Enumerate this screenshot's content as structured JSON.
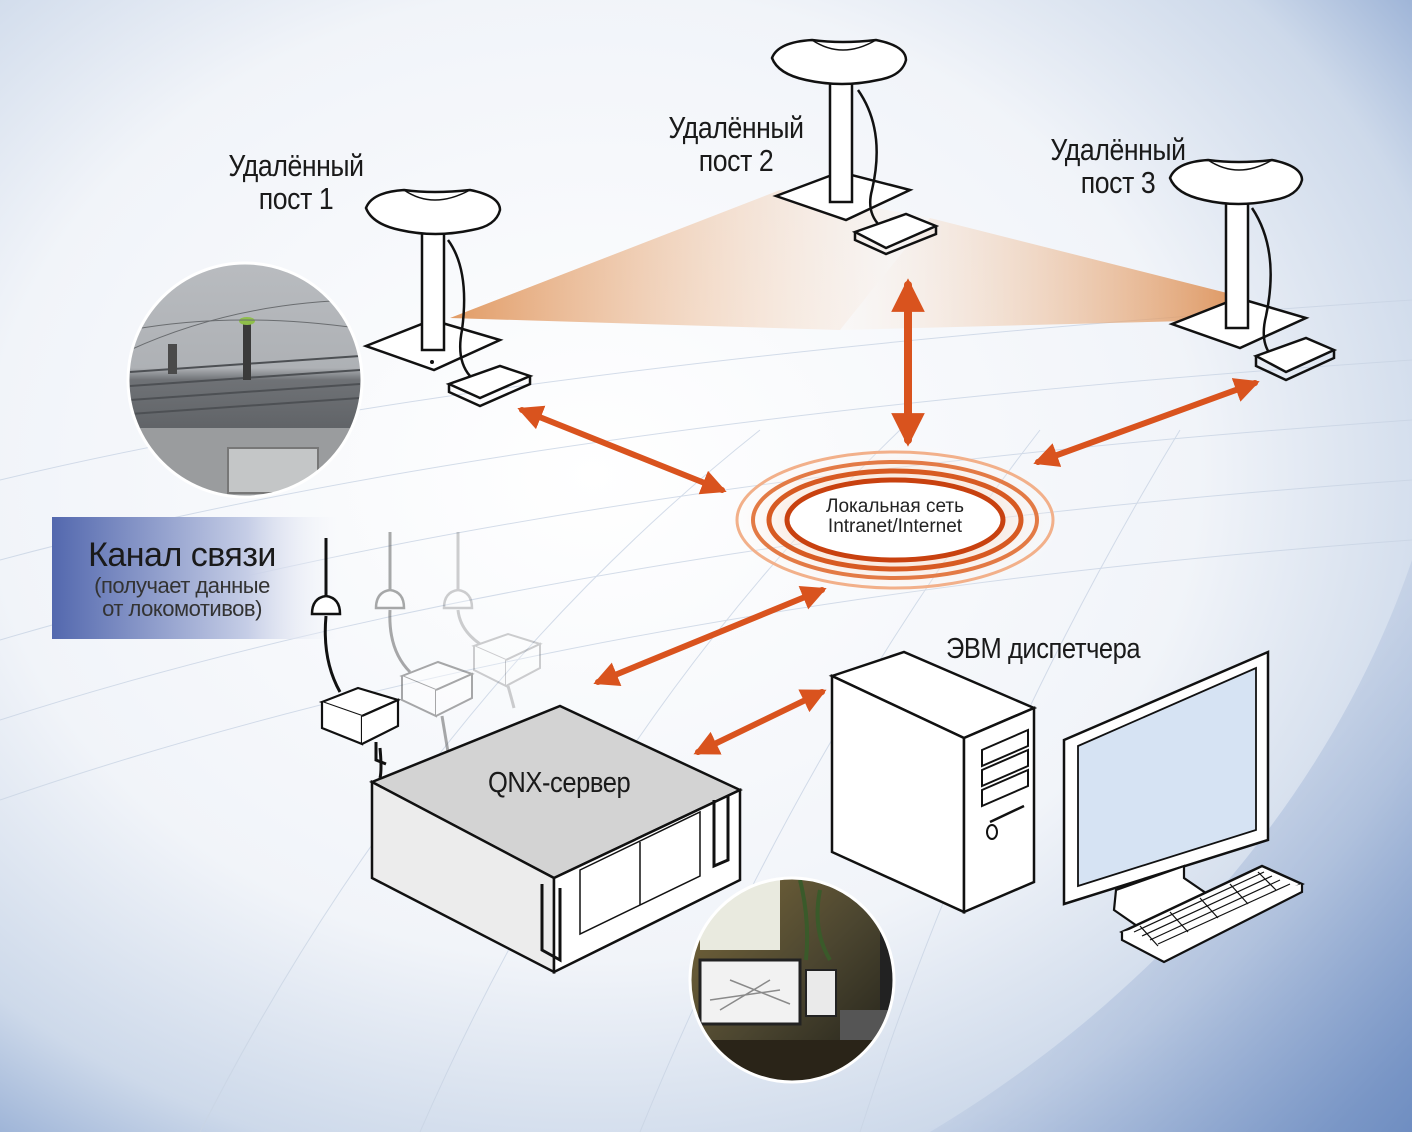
{
  "posts": [
    {
      "line1": "Удалённый",
      "line2": "пост 1"
    },
    {
      "line1": "Удалённый",
      "line2": "пост 2"
    },
    {
      "line1": "Удалённый",
      "line2": "пост 3"
    }
  ],
  "network": {
    "line1": "Локальная сеть",
    "line2": "Intranet/Internet"
  },
  "channel": {
    "title": "Канал связи",
    "sub1": "(получает данные",
    "sub2": "от локомотивов)"
  },
  "server": {
    "label": "QNX-сервер"
  },
  "workstation": {
    "label": "ЭВМ диспетчера"
  },
  "colors": {
    "arrow": "#d9531e",
    "ring": "#c8410f",
    "fan": "#e08a45",
    "background_blue": "#6e8fbf",
    "channel_bar": "#5a6fb3"
  },
  "icons": [
    "gnss-antenna-icon",
    "radio-antenna-icon",
    "server-icon",
    "pc-tower-icon",
    "monitor-icon",
    "keyboard-icon"
  ]
}
